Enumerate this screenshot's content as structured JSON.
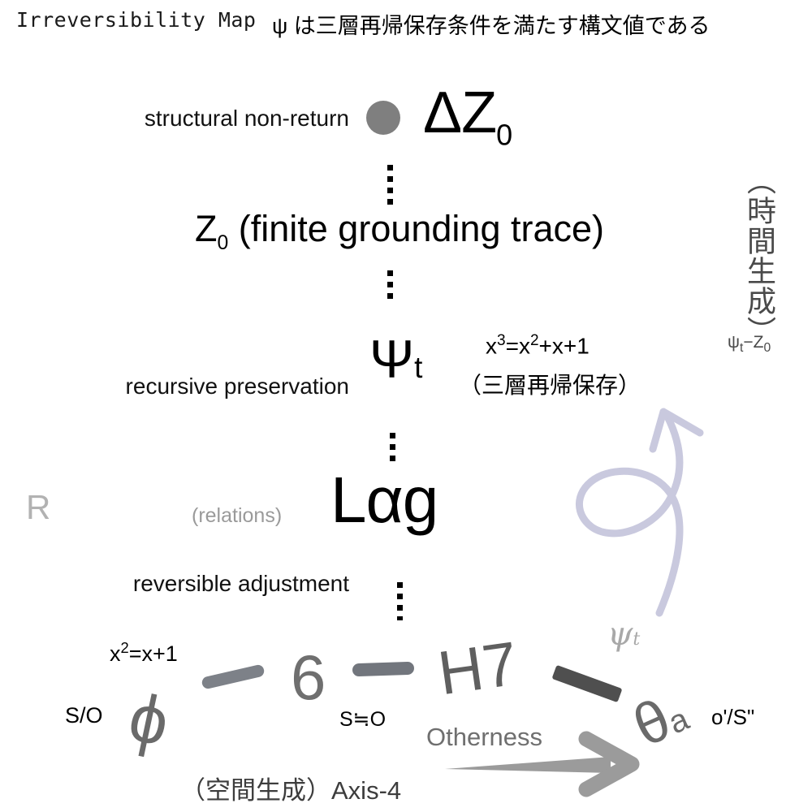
{
  "header": {
    "title": "Irreversibility Map",
    "subtitle": "ψ は三層再帰保存条件を満たす構文値である"
  },
  "colors": {
    "node_dot": "#7f7f7f",
    "curved_arrow": "#c9c9de",
    "otherness_arrow": "#9b9b9b",
    "relations_grey": "#9a9a9a",
    "R_grey": "#b2b2b2",
    "text_black": "#000000",
    "bar_grey": "#72767d",
    "bar_dark": "#4f4f4f",
    "background": "#ffffff"
  },
  "layers": {
    "structural_label": "structural non-return",
    "recursive_label": "recursive preservation",
    "reversible_label": "reversible adjustment"
  },
  "nodes": {
    "delta_z0": "ΔZ",
    "delta_z0_sub": "0",
    "z0": "Z",
    "z0_sub": "0",
    "z0_rest": " (finite grounding trace)",
    "psi_t": "Ψ",
    "psi_t_sub": "t",
    "lag": "Lαg"
  },
  "formula": {
    "cubic_lhs": "x",
    "cubic_sup1": "3",
    "cubic_mid": "=x",
    "cubic_sup2": "2",
    "cubic_rest": "+x+1",
    "cubic_jp": "（三層再帰保存）"
  },
  "relations": {
    "R": "R",
    "relations_label": "(relations)"
  },
  "side": {
    "vertical_jp": "（時間生成）",
    "psi_minus_z": "ψ",
    "psi_minus_z_sub": "t",
    "psi_minus_z_rest": "−Z",
    "psi_minus_z_sub2": "0"
  },
  "bottom": {
    "x_squared_lhs": "x",
    "x_squared_sup": "2",
    "x_squared_rest": "=x+1",
    "s_over_o": "S/O",
    "phi": "ϕ",
    "six": "6",
    "s_approx_o": "S≒O",
    "h7": "H7",
    "theta": "θ",
    "theta_sub": "a",
    "o_prime_s": "o'/S\"",
    "otherness": "Otherness",
    "space_gen_axis": "（空間生成）Axis-4",
    "float_psi": "ψ",
    "float_psi_sub": "t"
  }
}
